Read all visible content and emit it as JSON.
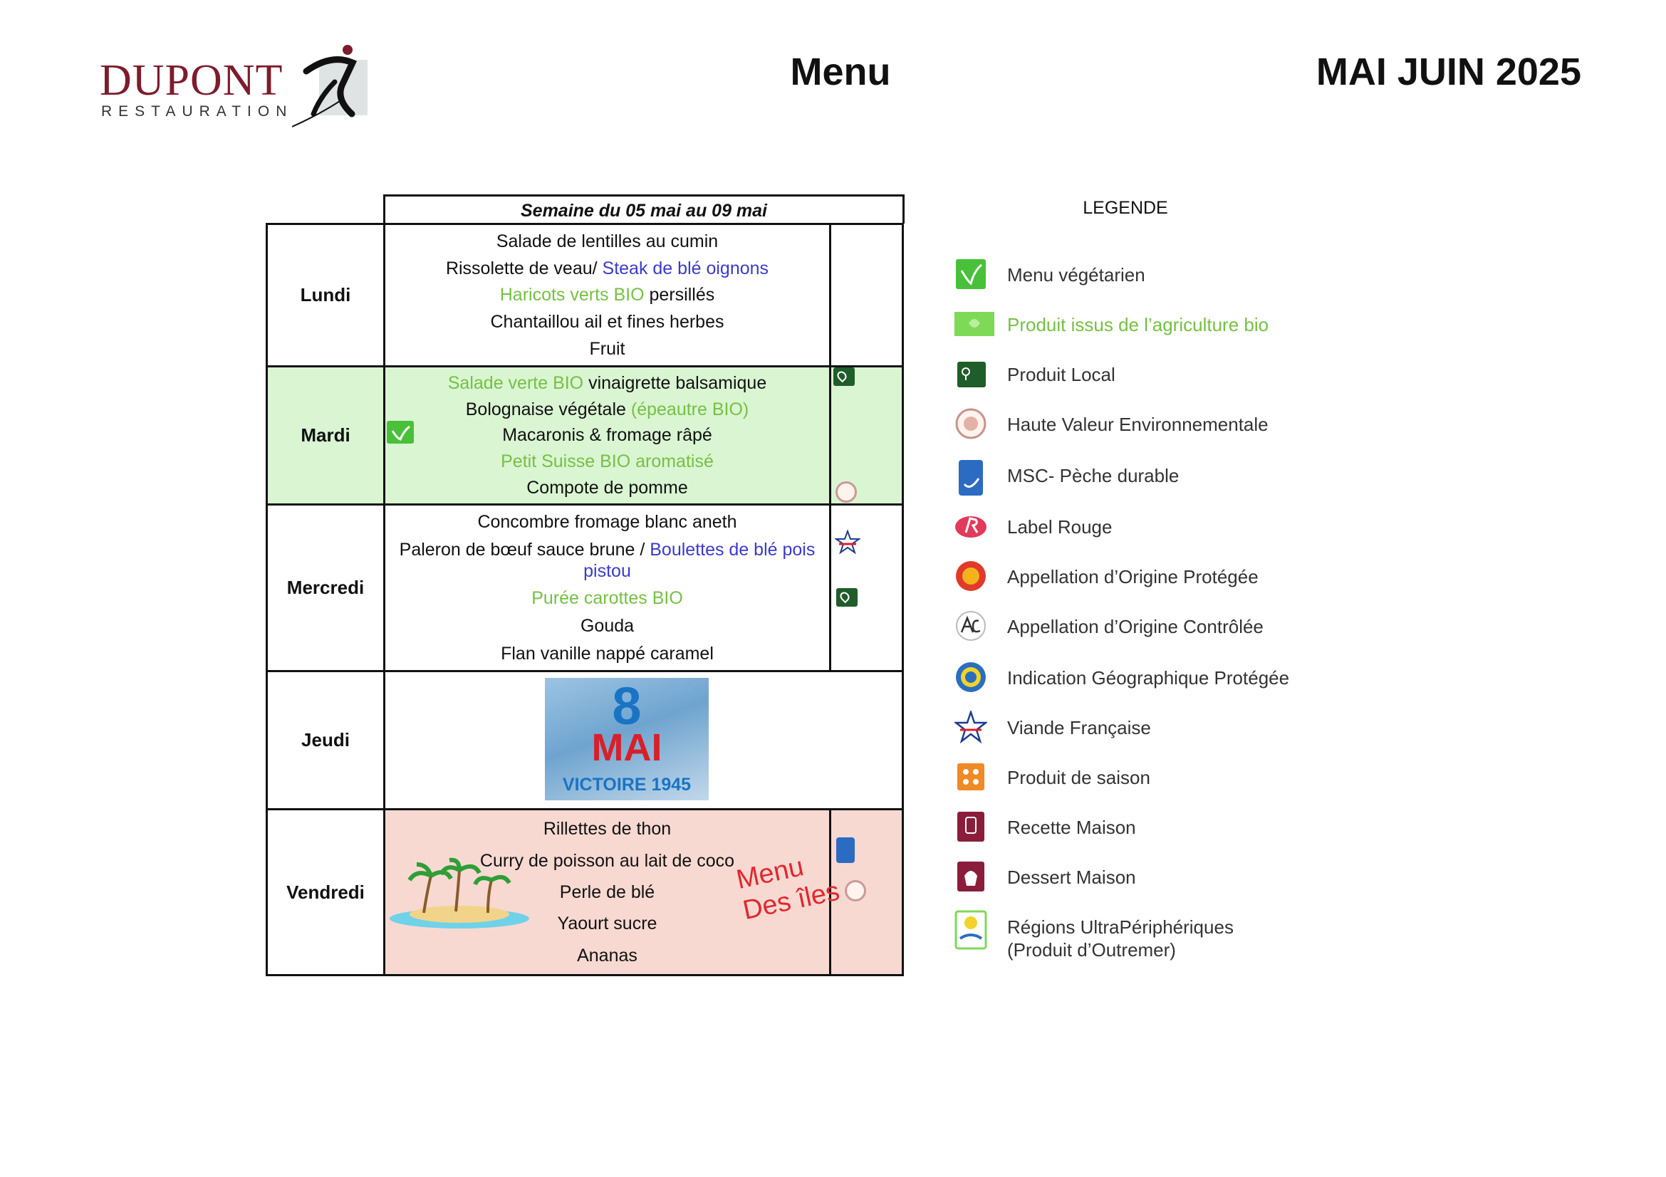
{
  "header": {
    "brand": "DUPONT",
    "brand_sub": "RESTAURATION",
    "title": "Menu",
    "period": "MAI JUIN 2025"
  },
  "week": {
    "label": "Semaine du 05 mai au 09 mai",
    "days": [
      {
        "name": "Lundi",
        "dishes": [
          [
            {
              "text": "Salade de lentilles au cumin",
              "style": "normal"
            }
          ],
          [
            {
              "text": "Rissolette de veau/ ",
              "style": "normal"
            },
            {
              "text": "Steak de blé oignons",
              "style": "veg"
            }
          ],
          [
            {
              "text": "Haricots verts BIO",
              "style": "bio"
            },
            {
              "text": " persillés",
              "style": "normal"
            }
          ],
          [
            {
              "text": "Chantaillou ail et fines herbes",
              "style": "normal"
            }
          ],
          [
            {
              "text": "Fruit",
              "style": "normal"
            }
          ]
        ]
      },
      {
        "name": "Mardi",
        "dishes": [
          [
            {
              "text": "Salade verte BIO",
              "style": "bio"
            },
            {
              "text": " vinaigrette balsamique",
              "style": "normal"
            }
          ],
          [
            {
              "text": "Bolognaise végétale ",
              "style": "normal"
            },
            {
              "text": "(épeautre BIO)",
              "style": "bio"
            }
          ],
          [
            {
              "text": "Macaronis & fromage râpé",
              "style": "normal"
            }
          ],
          [
            {
              "text": "Petit Suisse BIO aromatisé",
              "style": "bio"
            }
          ],
          [
            {
              "text": "Compote de pomme",
              "style": "normal"
            }
          ]
        ]
      },
      {
        "name": "Mercredi",
        "dishes": [
          [
            {
              "text": "Concombre fromage blanc aneth",
              "style": "normal"
            }
          ],
          [
            {
              "text": "Paleron de bœuf sauce brune / ",
              "style": "normal"
            },
            {
              "text": "Boulettes de blé pois pistou",
              "style": "veg"
            }
          ],
          [
            {
              "text": "Purée carottes BIO",
              "style": "bio"
            }
          ],
          [
            {
              "text": "Gouda",
              "style": "normal"
            }
          ],
          [
            {
              "text": "Flan vanille nappé caramel",
              "style": "normal"
            }
          ]
        ]
      },
      {
        "name": "Jeudi",
        "image": {
          "line1": "8",
          "line2": "MAI",
          "line3": "VICTOIRE 1945"
        }
      },
      {
        "name": "Vendredi",
        "dishes": [
          [
            {
              "text": "Rillettes de thon",
              "style": "normal"
            }
          ],
          [
            {
              "text": "Curry de poisson au lait de coco",
              "style": "normal"
            }
          ],
          [
            {
              "text": "Perle de blé",
              "style": "normal"
            }
          ],
          [
            {
              "text": "Yaourt sucre",
              "style": "normal"
            }
          ],
          [
            {
              "text": "Ananas",
              "style": "normal"
            }
          ]
        ],
        "theme_line1": "Menu",
        "theme_line2": "Des îles"
      }
    ]
  },
  "legend": {
    "title": "LEGENDE",
    "items": [
      {
        "icon": "vegetarian-leaf-icon",
        "label": "Menu végétarien",
        "color": "#333333"
      },
      {
        "icon": "organic-bio-icon",
        "label": "Produit issus de l’agriculture bio",
        "color": "#76c043"
      },
      {
        "icon": "local-product-icon",
        "label": "Produit Local",
        "color": "#333333"
      },
      {
        "icon": "hve-seal-icon",
        "label": "Haute Valeur Environnementale",
        "color": "#333333"
      },
      {
        "icon": "msc-fish-icon",
        "label": "MSC- Pèche durable",
        "color": "#333333"
      },
      {
        "icon": "label-rouge-icon",
        "label": "Label Rouge",
        "color": "#333333"
      },
      {
        "icon": "aop-seal-icon",
        "label": "Appellation d’Origine Protégée",
        "color": "#333333"
      },
      {
        "icon": "aoc-seal-icon",
        "label": "Appellation d’Origine Contrôlée",
        "color": "#333333"
      },
      {
        "icon": "igp-seal-icon",
        "label": "Indication Géographique Protégée",
        "color": "#333333"
      },
      {
        "icon": "french-meat-star-icon",
        "label": "Viande Française",
        "color": "#333333"
      },
      {
        "icon": "seasonal-product-icon",
        "label": "Produit de saison",
        "color": "#333333"
      },
      {
        "icon": "homemade-recipe-icon",
        "label": "Recette Maison",
        "color": "#333333"
      },
      {
        "icon": "homemade-dessert-icon",
        "label": "Dessert Maison",
        "color": "#333333"
      },
      {
        "icon": "overseas-regions-icon",
        "label": "Régions UltraPériphériques",
        "label2": "(Produit d’Outremer)",
        "color": "#333333"
      }
    ]
  },
  "colors": {
    "bio_green": "#76c043",
    "veg_blue": "#3a3acb",
    "mardi_bg": "#d9f5d2",
    "vendredi_bg": "#f7d9d2",
    "brand_red": "#7d1c2c"
  }
}
